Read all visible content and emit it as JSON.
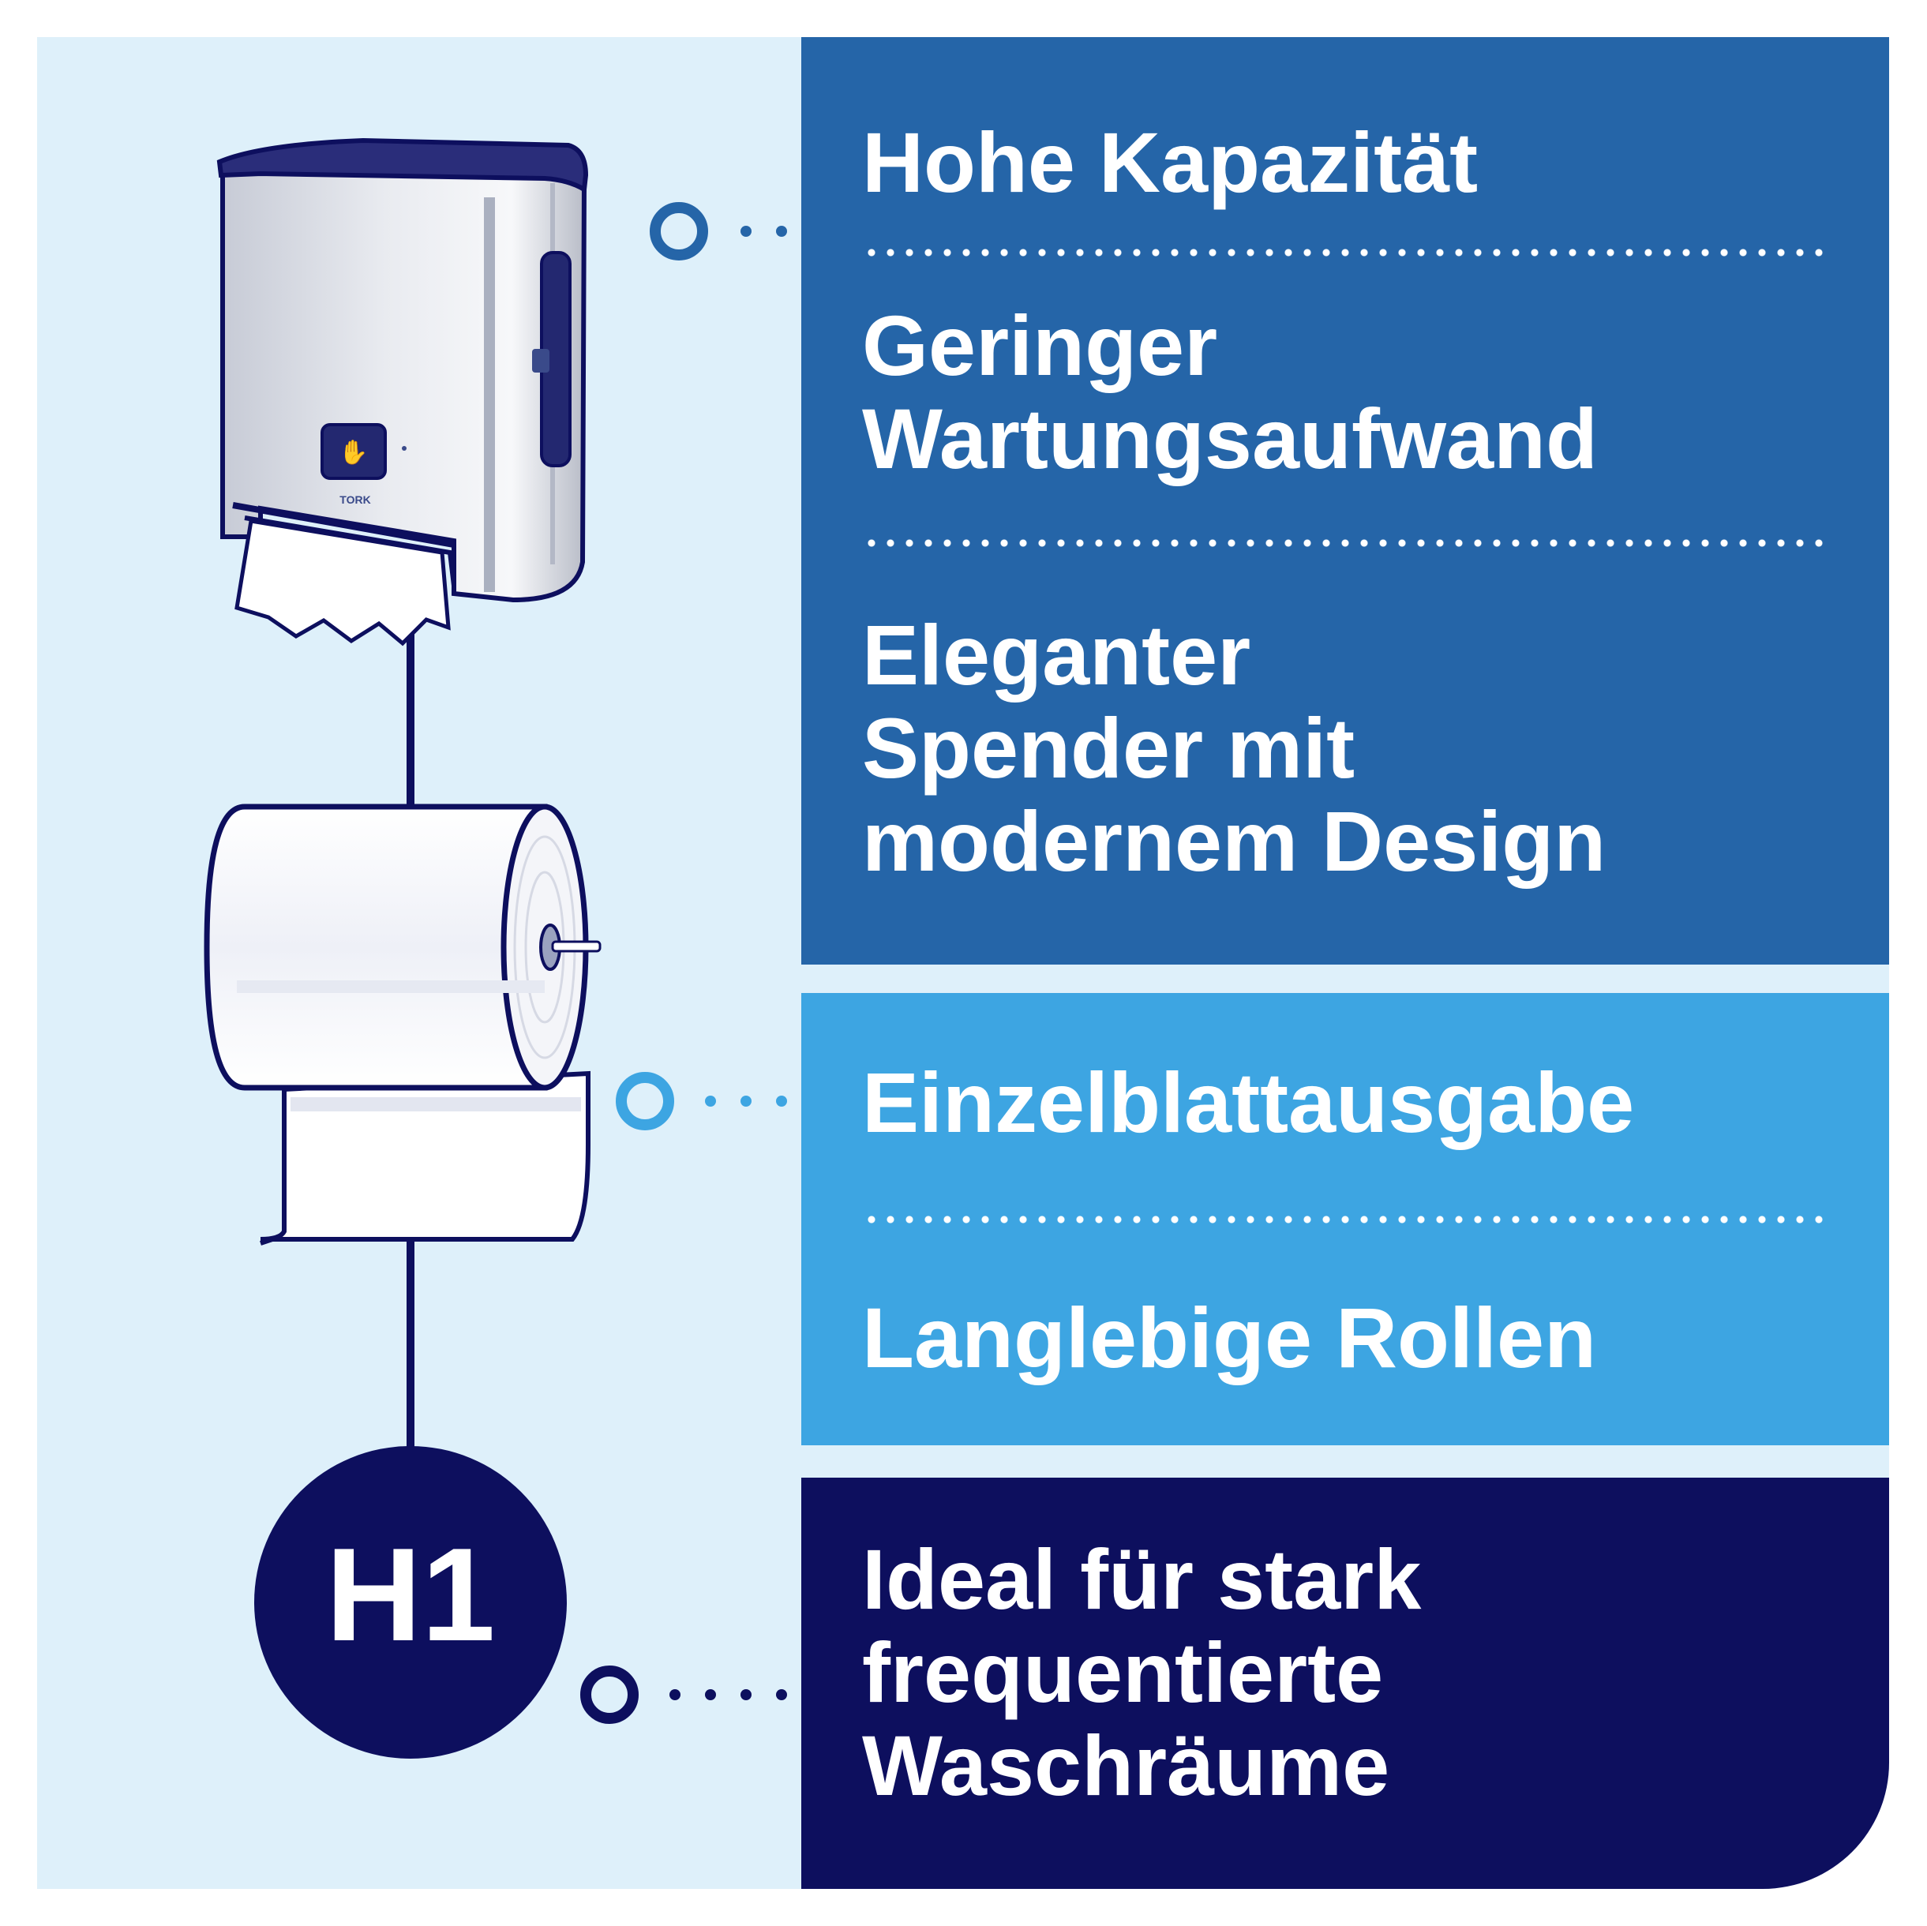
{
  "colors": {
    "background": "#def0fa",
    "panel_primary": "#2565a8",
    "panel_secondary": "#3da5e2",
    "panel_dark": "#0d0f5e",
    "text": "#ffffff"
  },
  "illustration": {
    "dispenser_icon": "towel-dispenser-icon",
    "roll_icon": "paper-towel-roll-icon",
    "dispenser_brand": "TORK"
  },
  "badge": {
    "label": "H1"
  },
  "panels": [
    {
      "features": [
        "Hohe Kapazität",
        "Geringer\nWartungsaufwand",
        "Eleganter\nSpender mit\nmodernem Design"
      ]
    },
    {
      "features": [
        "Einzelblattausgabe",
        "Langlebige Rollen"
      ]
    },
    {
      "features": [
        "Ideal für stark\nfrequentierte\nWaschräume"
      ]
    }
  ]
}
